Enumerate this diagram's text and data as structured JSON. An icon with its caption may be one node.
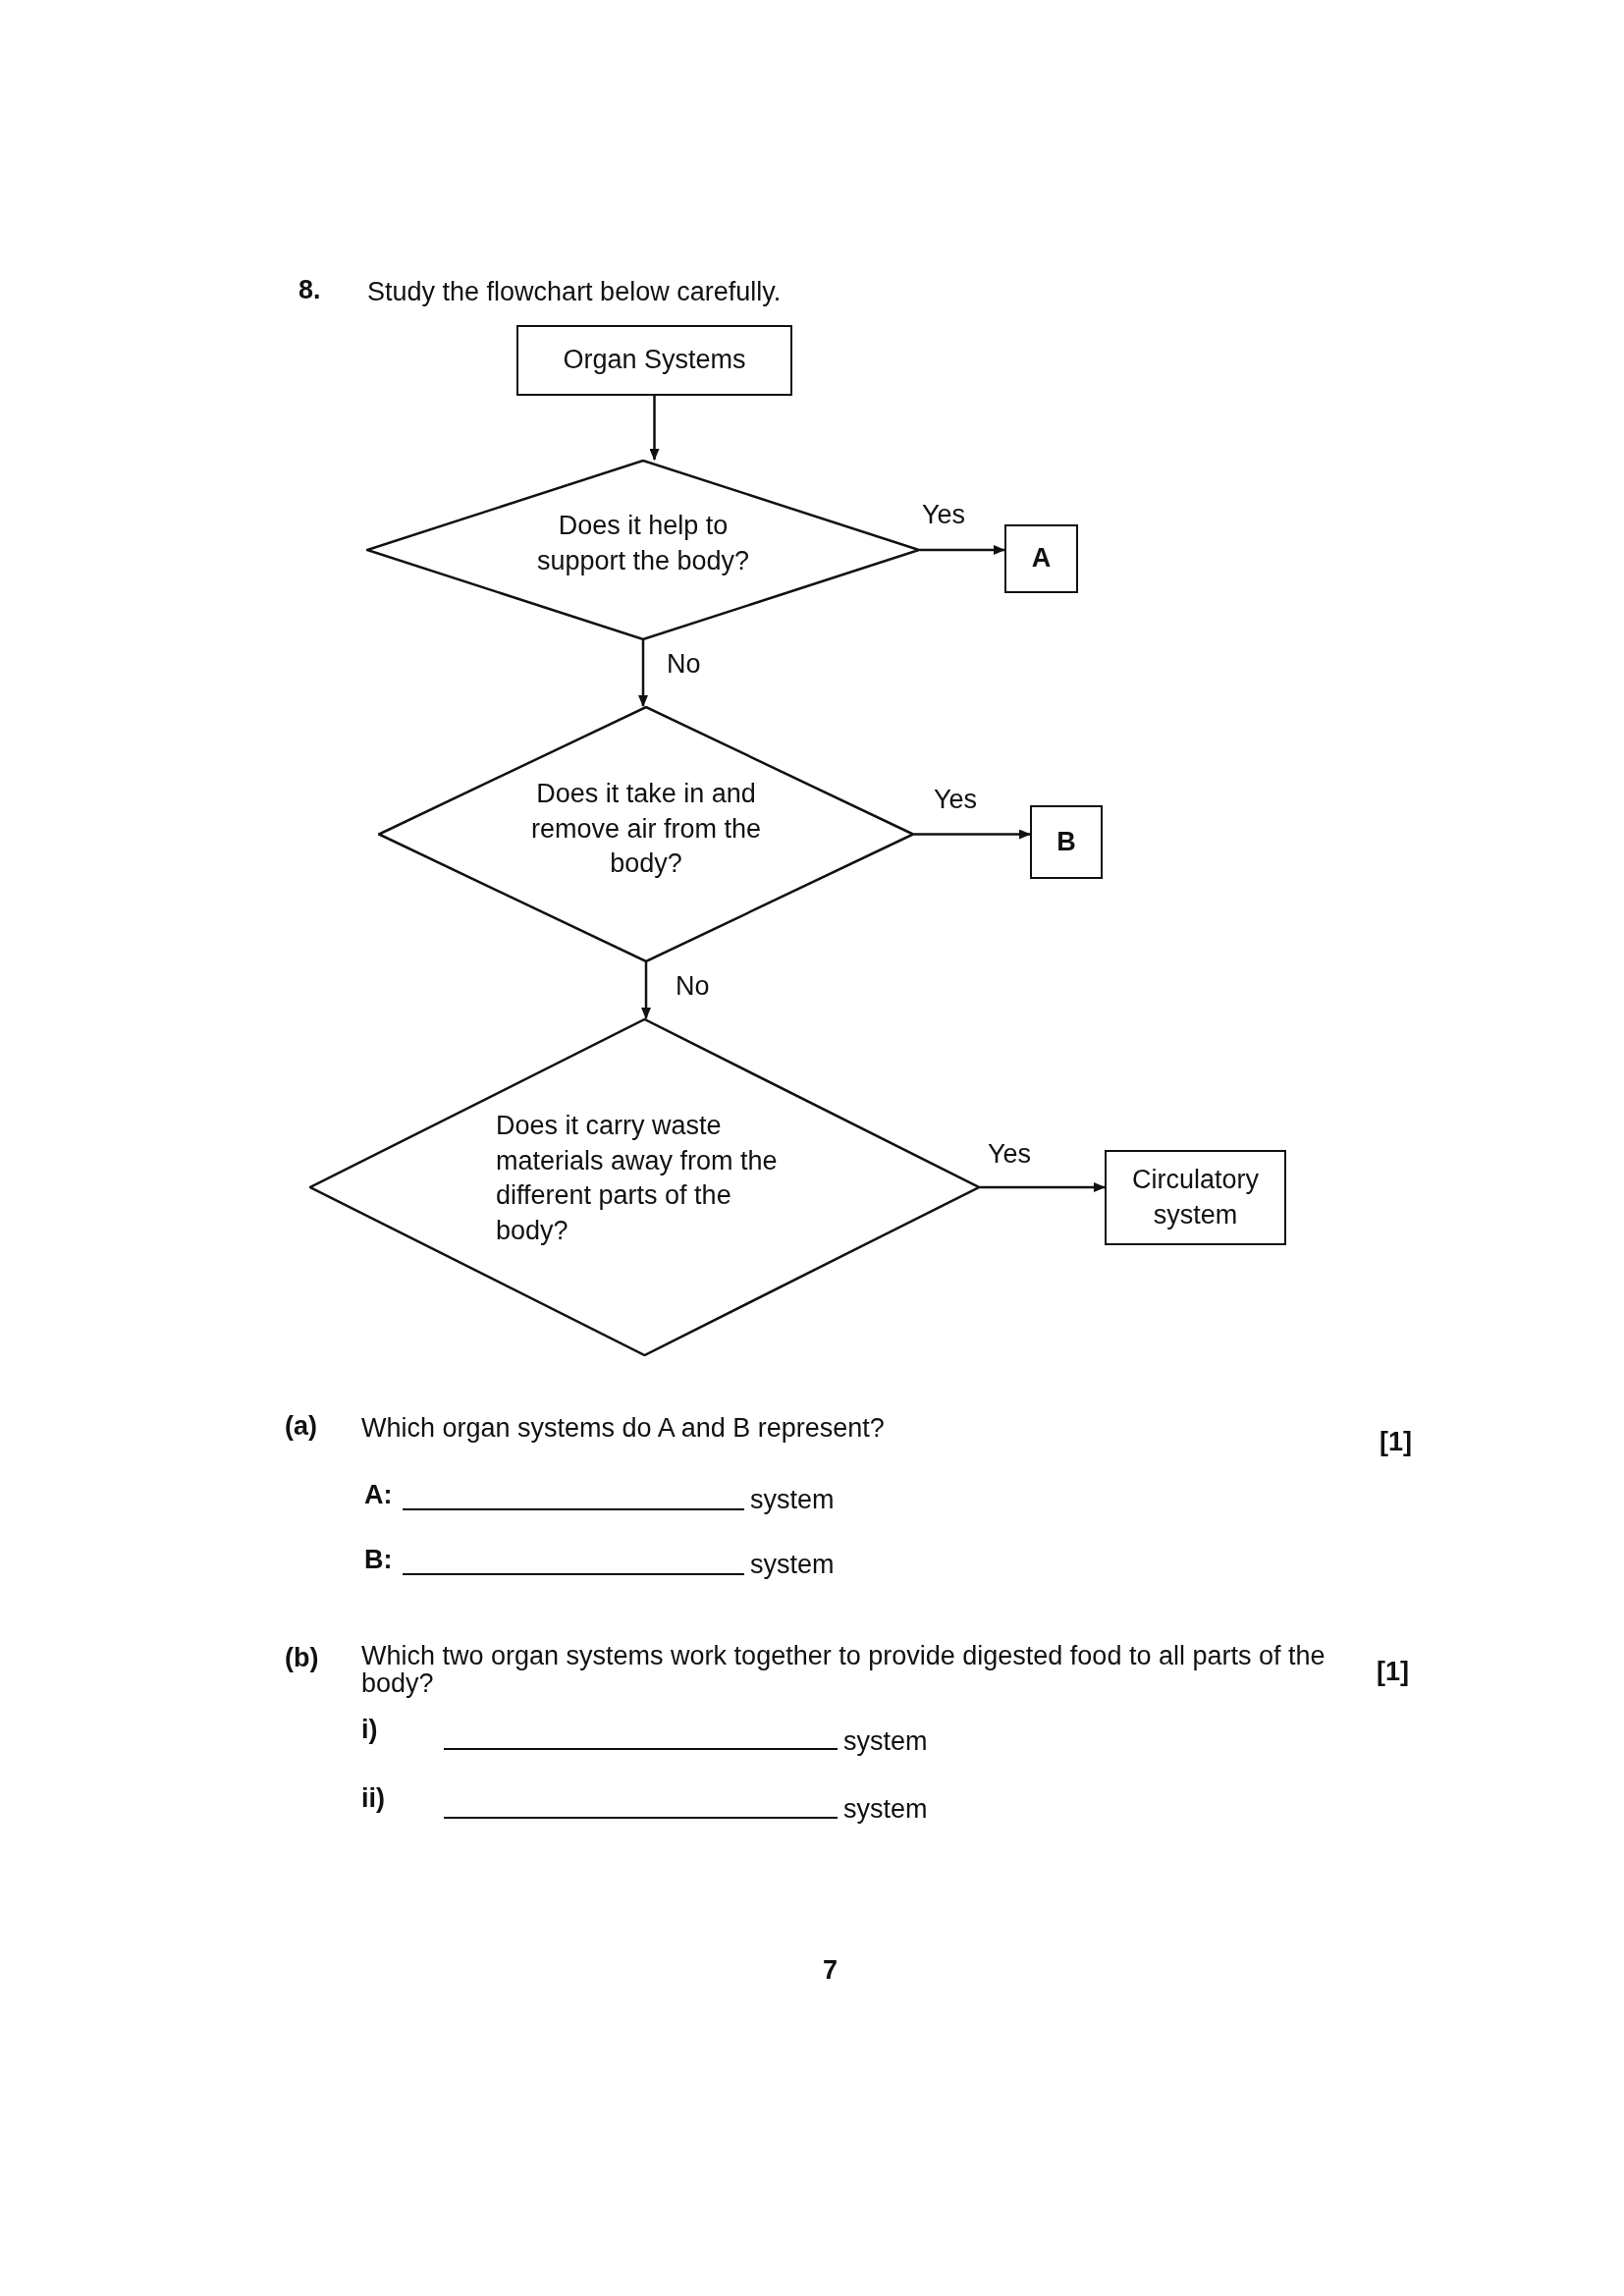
{
  "diagram": {
    "nodes": [
      {
        "text": [
          "Organ Systems"
        ]
      },
      {
        "text": [
          "Does it help to support the body?"
        ]
      },
      {
        "text": [
          "A"
        ]
      },
      {
        "text": [
          "Does it take in and remove air from the body?"
        ]
      },
      {
        "text": [
          "B"
        ]
      },
      {
        "text": [
          "Does it carry waste materials away from the different parts of the body?"
        ]
      },
      {
        "text": [
          "Circulatory system"
        ]
      }
    ],
    "edges": [
      {
        "from": 0,
        "to": 1,
        "arrow": "to"
      },
      {
        "from": 1,
        "to": 2,
        "arrow": "to",
        "label": "Yes"
      },
      {
        "from": 1,
        "to": 3,
        "arrow": "to",
        "label": "No"
      },
      {
        "from": 3,
        "to": 4,
        "arrow": "to",
        "label": "Yes"
      },
      {
        "from": 3,
        "to": 5,
        "arrow": "to",
        "label": "No"
      },
      {
        "from": 5,
        "to": 6,
        "arrow": "to",
        "label": "Yes"
      }
    ],
    "labels": [
      "8.",
      "Study the flowchart below carefully.",
      "(a)",
      "Which organ systems do A and B represent?",
      "[1]",
      "A:",
      "system",
      "B:",
      "system",
      "(b)",
      "Which two organ systems work together to provide digested food to all parts of the body?",
      "[1]",
      "i)",
      "system",
      "ii)",
      "system",
      "7"
    ]
  }
}
